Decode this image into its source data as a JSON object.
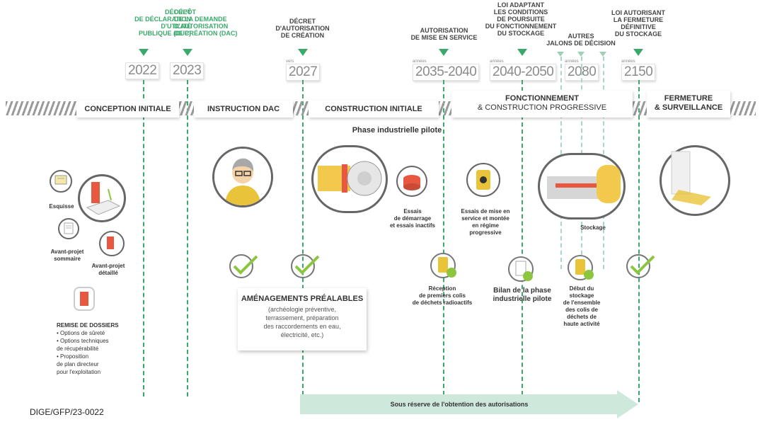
{
  "milestones": [
    {
      "label": "DÉCRET\nDE DÉCLARATION\nD'UTILITÉ\nPUBLIQUE (DUP)",
      "year": "2022",
      "prefix": ""
    },
    {
      "label": "DÉPÔT\nDE LA DEMANDE\nD'AUTORISATION\nDE CRÉATION (DAC)",
      "year": "2023",
      "prefix": ""
    },
    {
      "label": "DÉCRET\nD'AUTORISATION\nDE CRÉATION",
      "year": "2027",
      "prefix": "vers"
    },
    {
      "label": "AUTORISATION\nDE MISE EN SERVICE",
      "year": "2035-2040",
      "prefix": "années"
    },
    {
      "label": "LOI ADAPTANT\nLES CONDITIONS\nDE POURSUITE\nDU FONCTIONNEMENT\nDU STOCKAGE",
      "year": "2040-2050",
      "prefix": "années"
    },
    {
      "label": "AUTRES\nJALONS DE DÉCISION",
      "year": "2080",
      "prefix": "années"
    },
    {
      "label": "LOI AUTORISANT\nLA FERMETURE\nDÉFINITIVE\nDU STOCKAGE",
      "year": "2150",
      "prefix": "années"
    }
  ],
  "phases": {
    "conception": "CONCEPTION INITIALE",
    "instruction": "INSTRUCTION DAC",
    "construction": "CONSTRUCTION INITIALE",
    "fonctionnement_1": "FONCTIONNEMENT",
    "fonctionnement_2": "& CONSTRUCTION PROGRESSIVE",
    "fermeture_1": "FERMETURE",
    "fermeture_2": "& SURVEILLANCE"
  },
  "pilot_phase": "Phase industrielle pilote",
  "conception_items": {
    "esquisse": "Esquisse",
    "avant_projet_sommaire": "Avant-projet\nsommaire",
    "avant_projet_detaille": "Avant-projet\ndétaillé",
    "remise_title": "REMISE DE DOSSIERS",
    "remise_items": [
      "• Options de sûreté",
      "• Options techniques\n  de récupérabilité",
      "• Proposition\n  de plan directeur\n  pour l'exploitation"
    ]
  },
  "pilot_items": {
    "essais_demarrage": "Essais\nde démarrage\net essais inactifs",
    "essais_mise_service": "Essais de mise en\nservice et montée\nen régime\nprogressive",
    "stockage": "Stockage",
    "reception": "Réception\nde premiers colis\nde déchets radioactifs",
    "bilan": "Bilan de la phase\nindustrielle pilote",
    "debut_stockage": "Début du\nstockage\nde l'ensemble\ndes colis de\ndéchets de\nhaute activité"
  },
  "amenagements": {
    "title": "AMÉNAGEMENTS PRÉALABLES",
    "body": "(archéologie préventive,\nterrassement, préparation\ndes raccordements en eau,\nélectricité, etc.)"
  },
  "arrow_text": "Sous réserve de l'obtention des autorisations",
  "reference": "DIGE/GFP/23-0022",
  "colors": {
    "accent": "#3aa96b",
    "light_accent": "#a9d8bf",
    "check": "#8cc63f",
    "arrow": "#cfe8dc"
  }
}
